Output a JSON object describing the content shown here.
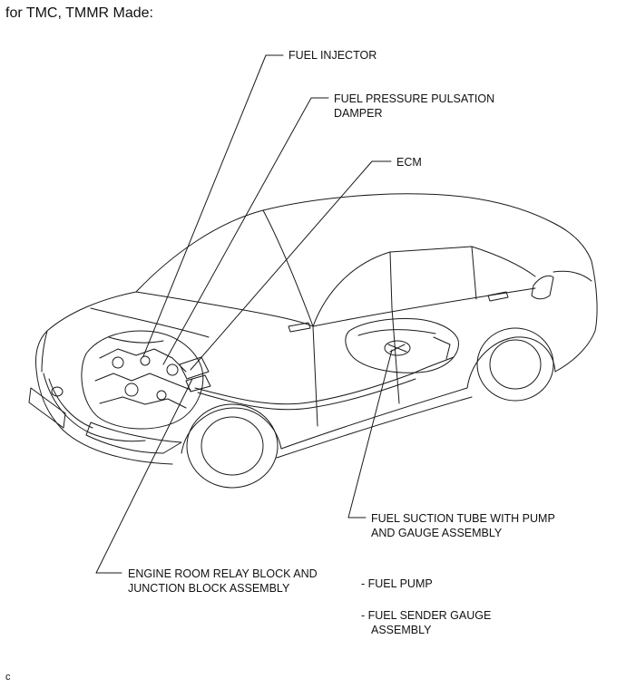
{
  "heading": "for TMC, TMMR Made:",
  "labels": {
    "fuel_injector": "FUEL INJECTOR",
    "pulsation_damper_l1": "FUEL PRESSURE PULSATION",
    "pulsation_damper_l2": "DAMPER",
    "ecm": "ECM",
    "suction_tube_l1": "FUEL SUCTION TUBE WITH PUMP",
    "suction_tube_l2": "AND GAUGE ASSEMBLY",
    "relay_block_l1": "ENGINE ROOM RELAY BLOCK AND",
    "relay_block_l2": "JUNCTION BLOCK ASSEMBLY",
    "fuel_pump": "- FUEL PUMP",
    "sender_gauge_l1": "- FUEL SENDER GAUGE",
    "sender_gauge_l2": "ASSEMBLY"
  },
  "corner_mark": "c",
  "colors": {
    "line": "#1a1a1a",
    "background": "#ffffff"
  }
}
